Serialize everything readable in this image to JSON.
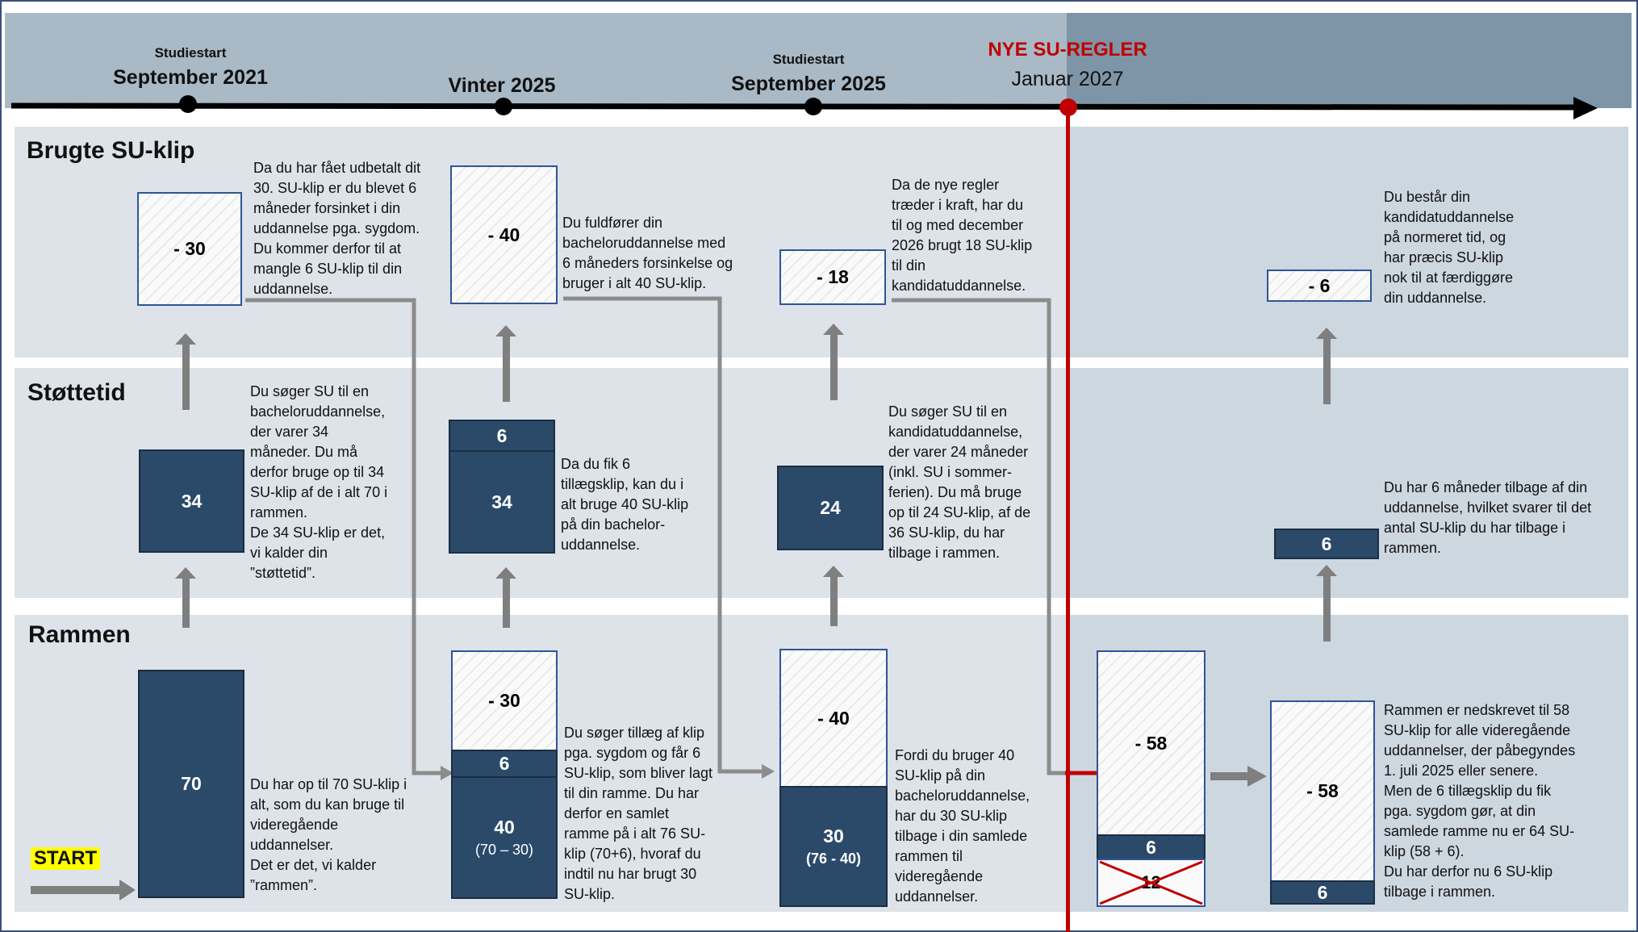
{
  "timeline": {
    "milestones": [
      {
        "small": "Studiestart",
        "big": "September 2021"
      },
      {
        "small": "",
        "big": "Vinter 2025"
      },
      {
        "small": "Studiestart",
        "big": "September 2025"
      },
      {
        "small": "NYE SU-REGLER",
        "big": "Januar 2027"
      }
    ]
  },
  "sections": {
    "brugte": "Brugte SU-klip",
    "stoettetid": "Støttetid",
    "rammen": "Rammen"
  },
  "start_label": "START",
  "boxes": {
    "col1_rammen": "70",
    "col1_stoettetid": "34",
    "col1_brugte": "- 30",
    "col2_rammen_used": "- 30",
    "col2_rammen_extra": "6",
    "col2_rammen_rest": "40",
    "col2_rammen_rest_sub": "(70 – 30)",
    "col2_stoettetid_extra": "6",
    "col2_stoettetid": "34",
    "col2_brugte": "- 40",
    "col3_rammen_used": "- 40",
    "col3_rammen_rest": "30",
    "col3_rammen_rest_sub": "(76 - 40)",
    "col3_stoettetid": "24",
    "col3_brugte": "- 18",
    "col4_rammen_used": "- 58",
    "col4_rammen_extra": "6",
    "col4_rammen_crossed": "12",
    "col5_rammen_used": "- 58",
    "col5_rammen_rest": "6",
    "col5_stoettetid": "6",
    "col5_brugte": "- 6"
  },
  "texts": {
    "t_brugte_1": [
      "Da du har fået udbetalt dit",
      "30. SU-klip er du blevet 6",
      "måneder forsinket i din",
      "uddannelse pga. sygdom.",
      "Du kommer derfor til at",
      "mangle 6 SU-klip til din",
      "uddannelse."
    ],
    "t_brugte_2": [
      "Du fuldfører din",
      "bacheloruddannelse med",
      "6 måneders forsinkelse og",
      "bruger i alt 40 SU-klip."
    ],
    "t_brugte_3": [
      "Da de nye regler",
      "træder i kraft, har du",
      "til og med december",
      "2026 brugt 18 SU-klip",
      "til din",
      "kandidatuddannelse."
    ],
    "t_brugte_5": [
      "Du består din",
      "kandidatuddannelse",
      "på normeret tid, og",
      "har præcis SU-klip",
      "nok til at færdiggøre",
      "din uddannelse."
    ],
    "t_stoette_1": [
      "Du søger SU til en",
      "bacheloruddannelse,",
      "der varer 34",
      "måneder. Du må",
      "derfor bruge op til 34",
      "SU-klip af de i alt 70 i",
      "rammen.",
      "De 34 SU-klip er det,",
      "vi kalder din",
      "”støttetid”."
    ],
    "t_stoette_2": [
      "Da du fik 6",
      "tillægsklip, kan du i",
      "alt bruge 40 SU-klip",
      "på din bachelor-",
      "uddannelse."
    ],
    "t_stoette_3": [
      "Du søger SU til en",
      "kandidatuddannelse,",
      "der varer 24 måneder",
      "(inkl. SU i sommer-",
      "ferien). Du må bruge",
      "op til 24 SU-klip, af de",
      "36 SU-klip, du har",
      "tilbage i rammen."
    ],
    "t_stoette_5": [
      "Du har 6 måneder tilbage af din",
      "uddannelse, hvilket svarer til det",
      "antal SU-klip du har tilbage i",
      "rammen."
    ],
    "t_rammen_1": [
      "Du har op til 70 SU-klip i",
      "alt, som du kan bruge til",
      "videregående",
      "uddannelser.",
      "Det er det, vi kalder",
      "”rammen”."
    ],
    "t_rammen_2": [
      "Du søger tillæg af klip",
      "pga. sygdom og får 6",
      "SU-klip, som bliver lagt",
      "til din ramme. Du har",
      "derfor en samlet",
      "ramme på i alt 76 SU-",
      "klip (70+6), hvoraf du",
      "indtil nu har brugt 30",
      "SU-klip."
    ],
    "t_rammen_3": [
      "Fordi du bruger 40",
      "SU-klip på din",
      "bacheloruddannelse,",
      "har du 30 SU-klip",
      "tilbage i din samlede",
      "rammen til",
      "videregående",
      "uddannelser."
    ],
    "t_rammen_5": [
      "Rammen er nedskrevet til 58",
      "SU-klip for alle videregående",
      "uddannelser, der påbegyndes",
      "1. juli 2025 eller senere.",
      "Men de 6 tillægsklip du fik",
      "pga. sygdom gør, at din",
      "samlede ramme nu er 64 SU-",
      "klip (58 + 6).",
      "Du har derfor nu 6 SU-klip",
      "tilbage i rammen."
    ]
  },
  "colors": {
    "dark_box": "#2b4a6a",
    "new_rules_red": "#c00000",
    "arrow_grey": "#7f7f7f",
    "start_highlight": "#ffff00"
  }
}
